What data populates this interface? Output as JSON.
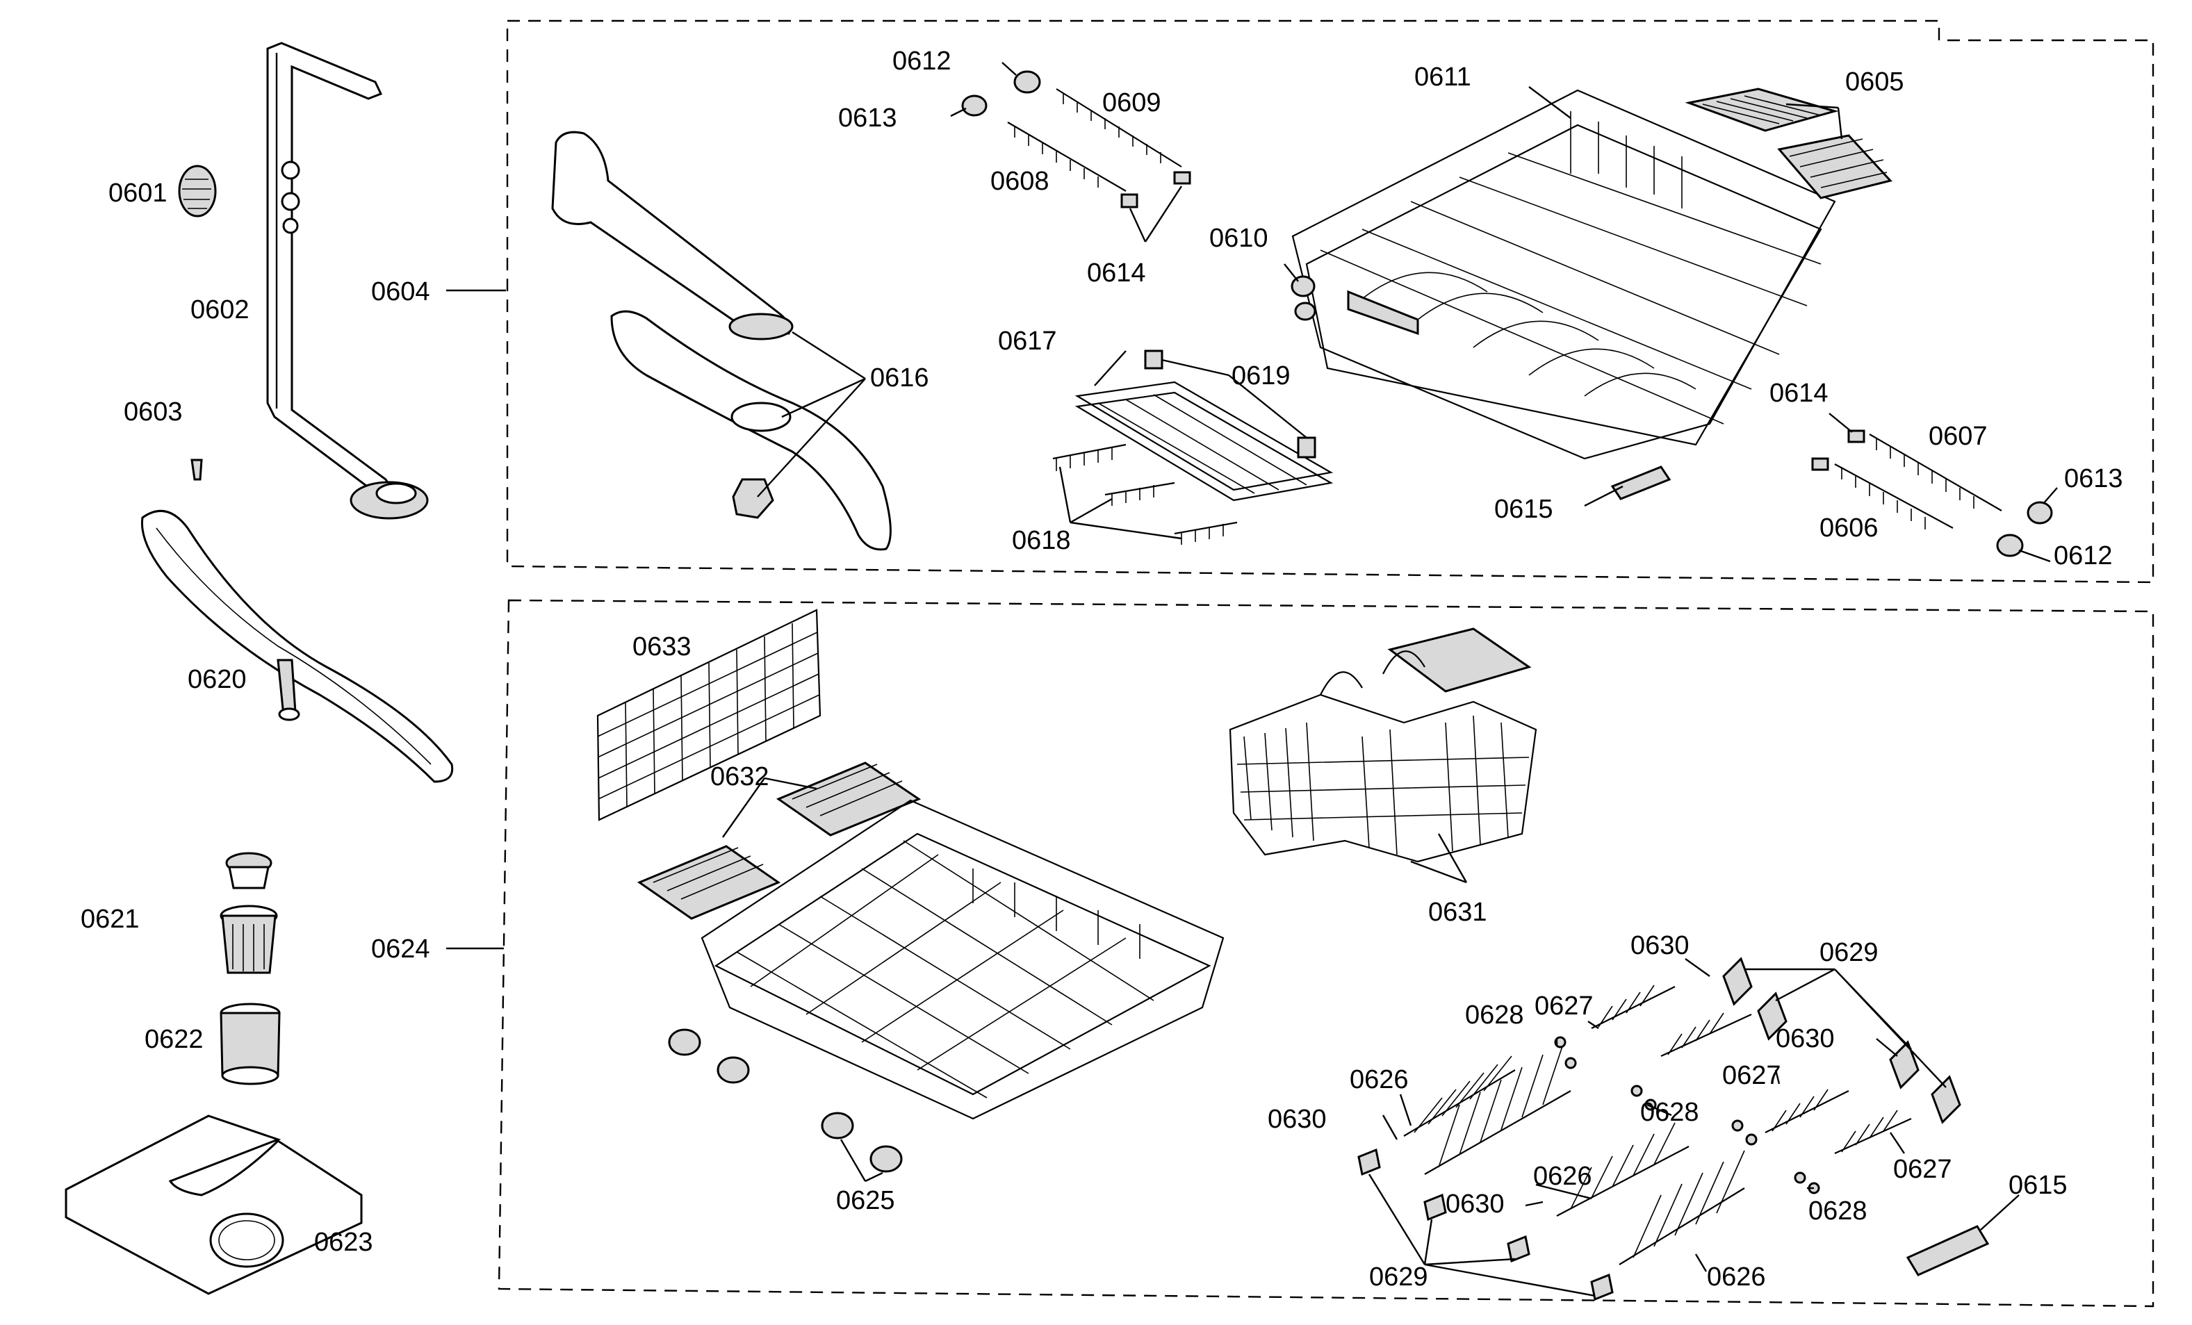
{
  "callouts": {
    "p0601": "0601",
    "p0602": "0602",
    "p0603": "0603",
    "p0604": "0604",
    "p0605": "0605",
    "p0606": "0606",
    "p0607": "0607",
    "p0608": "0608",
    "p0609": "0609",
    "p0610": "0610",
    "p0611": "0611",
    "p0612a": "0612",
    "p0612b": "0612",
    "p0613a": "0613",
    "p0613b": "0613",
    "p0614a": "0614",
    "p0614b": "0614",
    "p0615a": "0615",
    "p0615b": "0615",
    "p0616": "0616",
    "p0617": "0617",
    "p0618": "0618",
    "p0619": "0619",
    "p0620": "0620",
    "p0621": "0621",
    "p0622": "0622",
    "p0623": "0623",
    "p0624": "0624",
    "p0625": "0625",
    "p0626a": "0626",
    "p0626b": "0626",
    "p0626c": "0626",
    "p0627a": "0627",
    "p0627b": "0627",
    "p0627c": "0627",
    "p0628a": "0628",
    "p0628b": "0628",
    "p0628c": "0628",
    "p0629a": "0629",
    "p0629b": "0629",
    "p0630a": "0630",
    "p0630b": "0630",
    "p0630c": "0630",
    "p0630d": "0630",
    "p0631": "0631",
    "p0632": "0632",
    "p0633": "0633"
  }
}
